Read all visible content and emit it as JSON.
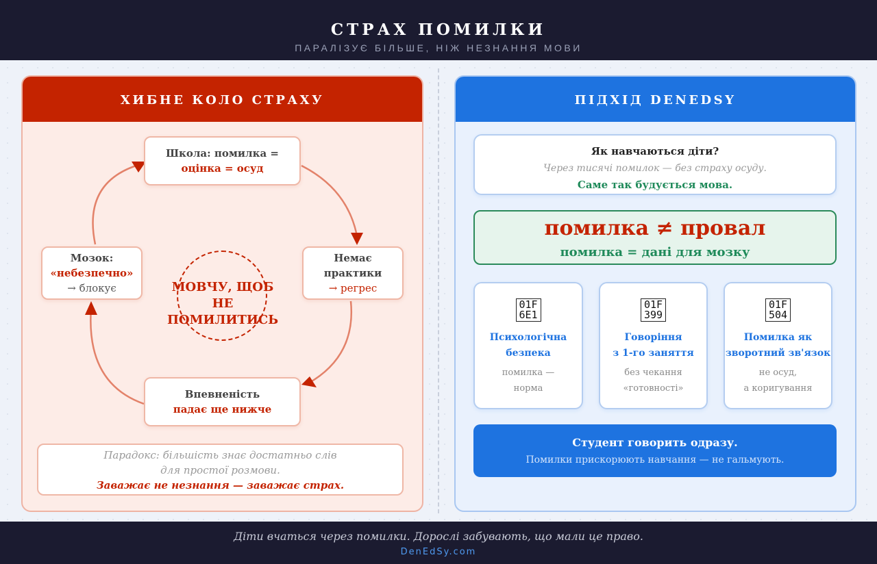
{
  "header": {
    "title": "СТРАХ ПОМИЛКИ",
    "subtitle": "ПАРАЛІЗУЄ БІЛЬШЕ, НІЖ НЕЗНАННЯ МОВИ"
  },
  "left": {
    "title": "ХИБНЕ КОЛО СТРАХУ",
    "nodes": {
      "top": {
        "line1": "Школа: помилка =",
        "line2": "оцінка = осуд"
      },
      "right": {
        "line1": "Немає",
        "line2": "практики",
        "line3": "→ регрес"
      },
      "bottom": {
        "line1": "Впевненість",
        "line2": "падає ще нижче"
      },
      "left": {
        "line1": "Мозок:",
        "line2": "«небезпечно»",
        "line3": "→ блокує"
      }
    },
    "center": "МОВЧУ, ЩОБ НЕ ПОМИЛИТИСЬ",
    "paradox": {
      "line1": "Парадокс: більшість знає достатньо слів",
      "line2": "для простої розмови.",
      "line3": "Заважає не незнання — заважає страх."
    }
  },
  "right": {
    "title": "ПІДХІД DENEDSY",
    "kids": {
      "title": "Як навчаються діти?",
      "text": "Через тисячі помилок — без страху осуду.",
      "accent": "Саме так будується мова."
    },
    "formula": {
      "main": "помилка ≠ провал",
      "sub": "помилка = дані для мозку"
    },
    "cards": [
      {
        "icon": "01F6E1",
        "title1": "Психологічна",
        "title2": "безпека",
        "text1": "помилка —",
        "text2": "норма"
      },
      {
        "icon": "01F399",
        "title1": "Говоріння",
        "title2": "з 1-го заняття",
        "text1": "без чекання",
        "text2": "«готовності»"
      },
      {
        "icon": "01F504",
        "title1": "Помилка як",
        "title2": "зворотний зв'язок",
        "text1": "не осуд,",
        "text2": "а коригування"
      }
    ],
    "cta": {
      "title": "Студент говорить одразу.",
      "text": "Помилки прискорюють навчання — не гальмують."
    }
  },
  "footer": {
    "quote": "Діти вчаться через помилки. Дорослі забувають, що мали це право.",
    "site": "DenEdSy.com"
  },
  "colors": {
    "dark": "#1b1b30",
    "red": "#c42300",
    "blue": "#1e73e0",
    "green": "#1f8a5a"
  }
}
